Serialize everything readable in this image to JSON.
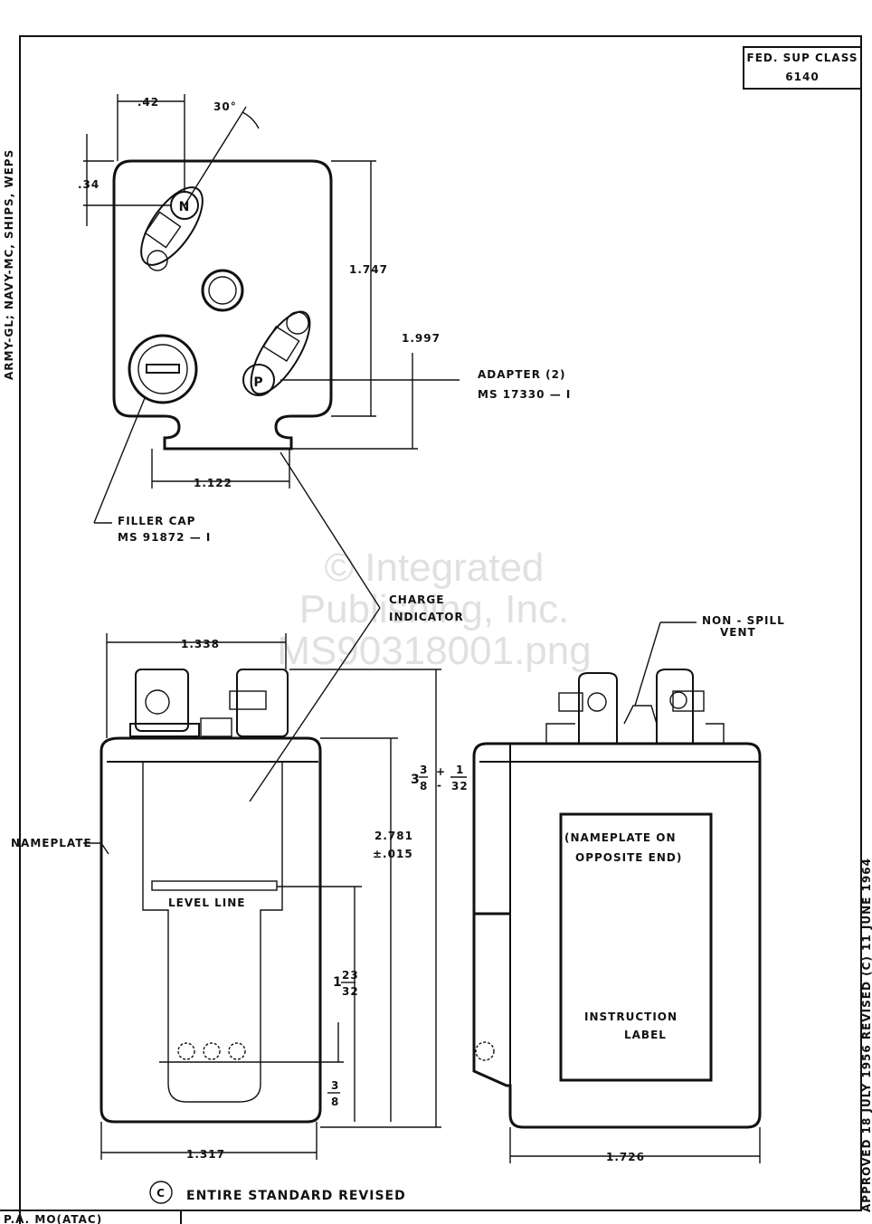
{
  "classification": {
    "header": "FED. SUP CLASS",
    "number": "6140"
  },
  "side_margin": {
    "left_text": "ARMY-GL; NAVY-MC, SHIPS, WEPS",
    "right_text": "APPROVED 18 JULY 1956    REVISED (C) 11 JUNE 1964"
  },
  "top_view": {
    "dim_042": ".42",
    "dim_30deg": "30°",
    "dim_034": ".34",
    "dim_1747": "1.747",
    "dim_1997": "1.997",
    "dim_1122": "1.122",
    "terminal_n": "N",
    "terminal_p": "P",
    "adapter_label_1": "ADAPTER (2)",
    "adapter_label_2": "MS 17330 — I",
    "filler_label_1": "FILLER CAP",
    "filler_label_2": "MS 91872 — I"
  },
  "charge_indicator": {
    "line1": "CHARGE",
    "line2": "INDICATOR"
  },
  "front_view": {
    "dim_1338": "1.338",
    "nameplate": "NAMEPLATE",
    "level_line": "LEVEL LINE",
    "dim_2781_a": "2.781",
    "dim_2781_b": "±.015",
    "height_whole": "3",
    "height_num": "3",
    "height_den": "8",
    "height_tol_plus": "+",
    "height_tol_minus": "-",
    "height_tol_num": "1",
    "height_tol_den": "32",
    "dim_level_whole": "1",
    "dim_level_num": "23",
    "dim_level_den": "32",
    "dim_bottom_num": "3",
    "dim_bottom_den": "8",
    "dim_1317": "1.317"
  },
  "side_view": {
    "vent_1": "NON - SPILL",
    "vent_2": "VENT",
    "note_1": "(NAMEPLATE  ON",
    "note_2": "OPPOSITE  END)",
    "instr_1": "INSTRUCTION",
    "instr_2": "LABEL",
    "dim_1726": "1.726"
  },
  "revision_note": {
    "circle": "C",
    "text": "ENTIRE  STANDARD  REVISED"
  },
  "footer": {
    "cell": "P.A. MO(ATAC)"
  },
  "watermark": {
    "line1": "© Integrated",
    "line2": "Publishing, Inc.",
    "line3": "MS90318001.png"
  }
}
